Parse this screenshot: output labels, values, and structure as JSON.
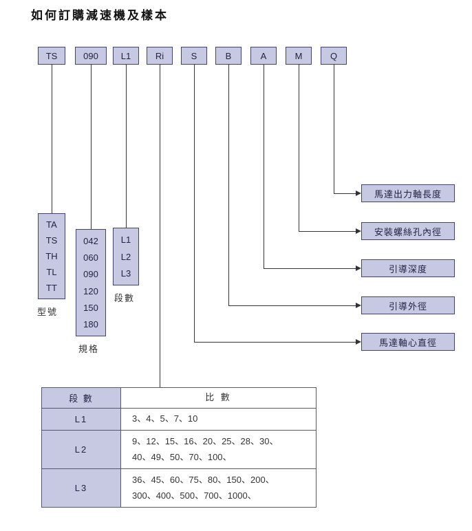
{
  "title": "如何訂購減速機及樣本",
  "code_boxes": [
    "TS",
    "090",
    "L1",
    "Ri",
    "S",
    "B",
    "A",
    "M",
    "Q"
  ],
  "left_groups": [
    {
      "caption": "型號",
      "items": [
        "TA",
        "TS",
        "TH",
        "TL",
        "TT"
      ]
    },
    {
      "caption": "規格",
      "items": [
        "042",
        "060",
        "090",
        "120",
        "150",
        "180"
      ]
    },
    {
      "caption": "段數",
      "items": [
        "L1",
        "L2",
        "L3"
      ]
    }
  ],
  "right_labels": [
    "馬達出力軸長度",
    "安裝螺絲孔內徑",
    "引導深度",
    "引導外徑",
    "馬達軸心直徑"
  ],
  "table": {
    "headers": [
      "段 數",
      "比 數"
    ],
    "rows": [
      {
        "label": "L1",
        "lines": [
          "3、4、5、7、10"
        ]
      },
      {
        "label": "L2",
        "lines": [
          "9、12、15、16、20、25、28、30、",
          "40、49、50、70、100、"
        ]
      },
      {
        "label": "L3",
        "lines": [
          "36、45、60、75、80、150、200、",
          "300、400、500、700、1000、"
        ]
      }
    ]
  },
  "colors": {
    "box_fill": "#c7c9e2",
    "box_border": "#41416b",
    "line": "#333333",
    "table_border": "#555577"
  }
}
